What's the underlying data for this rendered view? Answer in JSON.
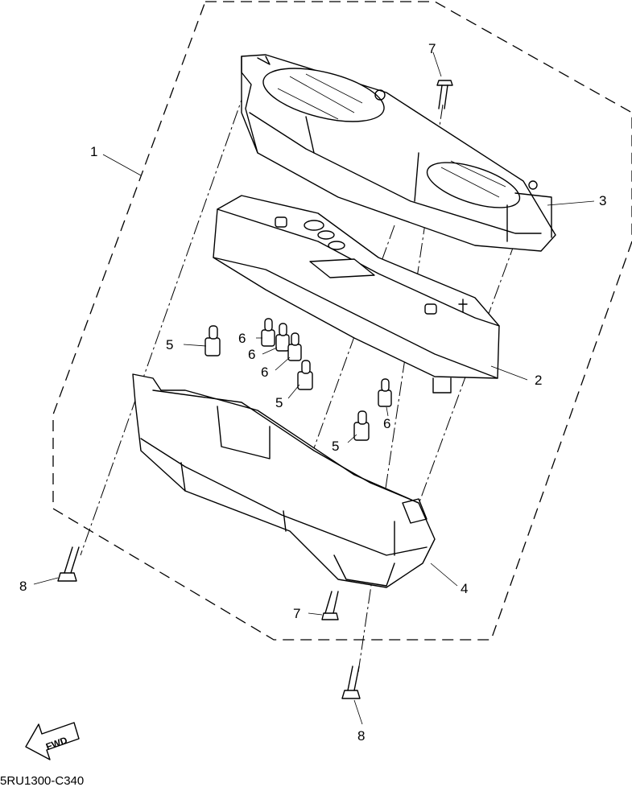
{
  "diagram": {
    "callouts": {
      "c1": "1",
      "c2": "2",
      "c3": "3",
      "c4": "4",
      "c5a": "5",
      "c5b": "5",
      "c5c": "5",
      "c6a": "6",
      "c6b": "6",
      "c6c": "6",
      "c6d": "6",
      "c7a": "7",
      "c7b": "7",
      "c8a": "8",
      "c8b": "8"
    },
    "fwd_label": "FWD",
    "drawing_code": "5RU1300-C340"
  }
}
